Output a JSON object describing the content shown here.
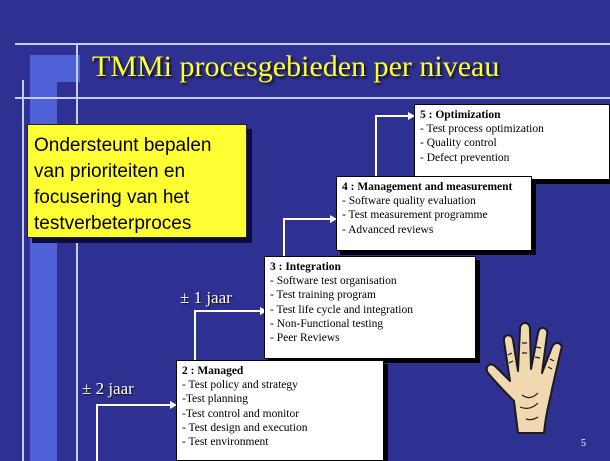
{
  "slide": {
    "title": "TMMi procesgebieden per niveau",
    "page_number": "5"
  },
  "callout": {
    "lines": [
      "Ondersteunt bepalen",
      "van prioriteiten en",
      "focusering van het",
      "testverbeterproces"
    ]
  },
  "time_labels": {
    "one_year": "± 1 jaar",
    "two_years": "± 2 jaar"
  },
  "levels": [
    {
      "heading": "5 : Optimization",
      "items": [
        "- Test process optimization",
        "- Quality control",
        "- Defect prevention"
      ]
    },
    {
      "heading": "4 : Management and measurement",
      "items": [
        "- Software quality evaluation",
        "- Test measurement programme",
        "- Advanced reviews"
      ]
    },
    {
      "heading": "3 : Integration",
      "items": [
        "- Software test organisation",
        "- Test training program",
        "- Test life cycle and integration",
        "- Non-Functional testing",
        "- Peer Reviews"
      ]
    },
    {
      "heading": "2 : Managed",
      "items": [
        "- Test policy and strategy",
        "-Test planning",
        "-Test control and monitor",
        "- Test design and execution",
        "- Test environment"
      ]
    }
  ],
  "clipart": {
    "icon": "hand-icon"
  },
  "colors": {
    "background": "#2e3192",
    "title": "#ffff33",
    "callout": "#ffff33",
    "frame": "#4f61d6"
  }
}
